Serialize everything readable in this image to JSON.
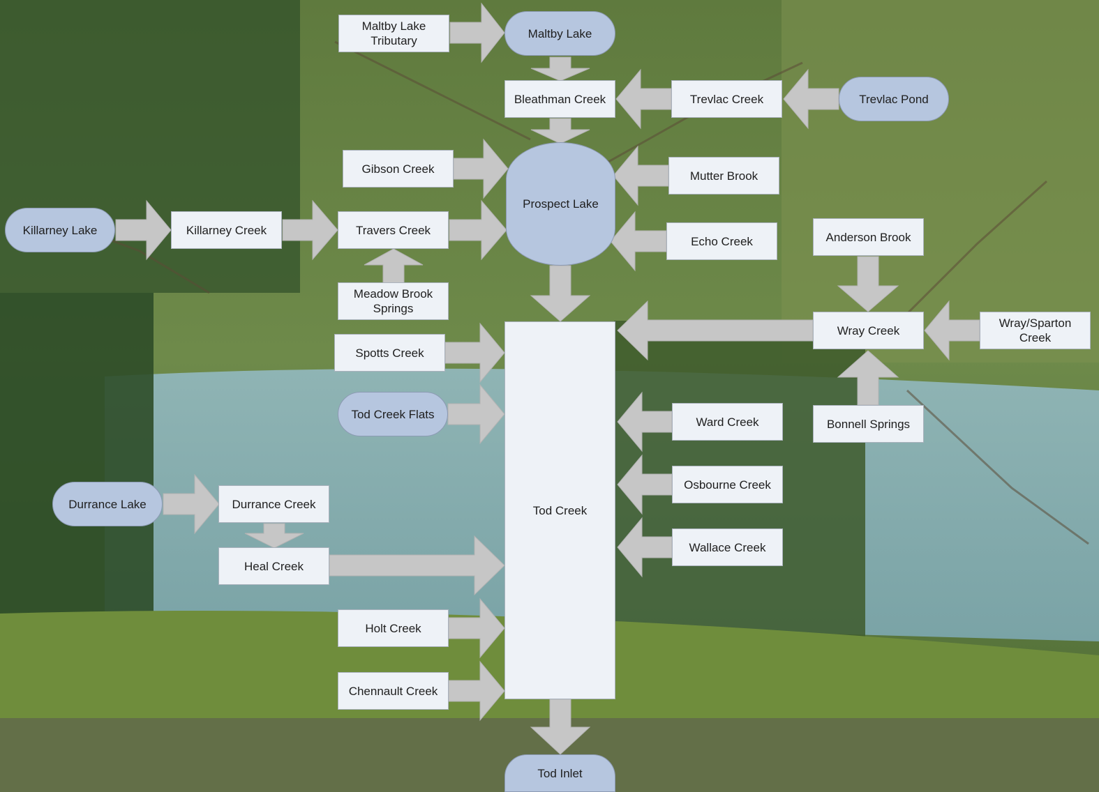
{
  "nodes": {
    "maltby_lake_tributary": "Maltby Lake\nTributary",
    "maltby_lake": "Maltby Lake",
    "bleathman_creek": "Bleathman Creek",
    "trevlac_creek": "Trevlac Creek",
    "trevlac_pond": "Trevlac Pond",
    "gibson_creek": "Gibson Creek",
    "prospect_lake": "Prospect Lake",
    "mutter_brook": "Mutter Brook",
    "killarney_lake": "Killarney Lake",
    "killarney_creek": "Killarney Creek",
    "travers_creek": "Travers Creek",
    "echo_creek": "Echo Creek",
    "anderson_brook": "Anderson Brook",
    "meadow_brook_springs": "Meadow Brook\nSprings",
    "wray_creek": "Wray Creek",
    "wray_sparton_creek": "Wray/Sparton\nCreek",
    "spotts_creek": "Spotts Creek",
    "tod_creek_flats": "Tod Creek Flats",
    "ward_creek": "Ward Creek",
    "bonnell_springs": "Bonnell Springs",
    "durrance_lake": "Durrance Lake",
    "durrance_creek": "Durrance Creek",
    "osbourne_creek": "Osbourne Creek",
    "tod_creek": "Tod Creek",
    "wallace_creek": "Wallace Creek",
    "heal_creek": "Heal Creek",
    "holt_creek": "Holt Creek",
    "chennault_creek": "Chennault Creek",
    "tod_inlet": "Tod Inlet"
  },
  "colors": {
    "box_fill": "#eef2f7",
    "oval_fill": "#b6c6df",
    "arrow_fill": "#c6c6c6"
  }
}
